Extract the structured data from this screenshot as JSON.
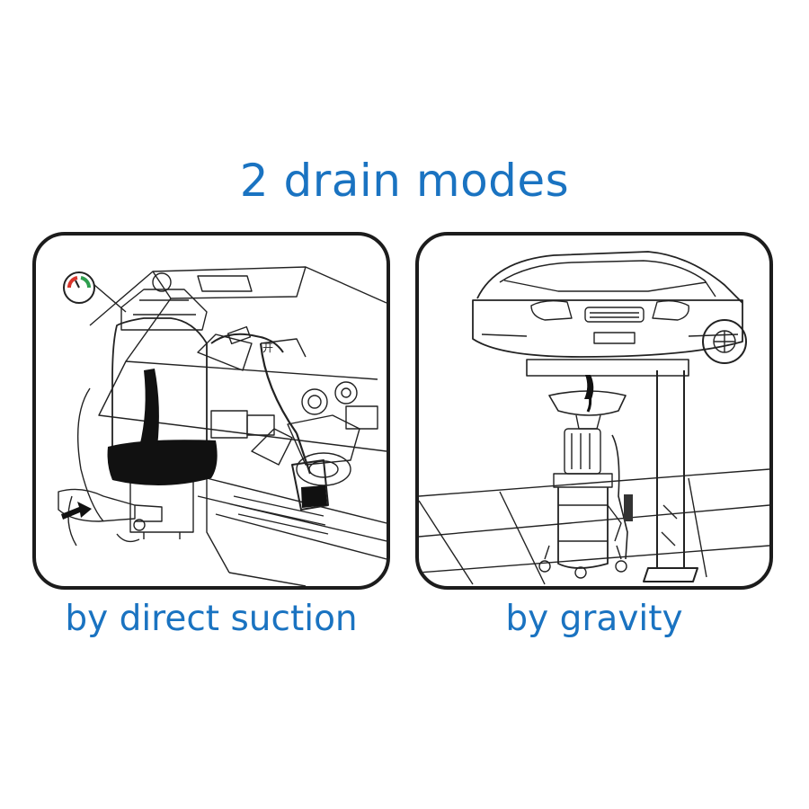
{
  "title": "2 drain modes",
  "panels": [
    {
      "caption": "by direct suction",
      "gauge_label": "开"
    },
    {
      "caption": "by gravity"
    }
  ],
  "colors": {
    "accent": "#1a73c1",
    "frame": "#1c1c1c",
    "gauge_green": "#2e9e4e",
    "gauge_red": "#d9342b"
  }
}
